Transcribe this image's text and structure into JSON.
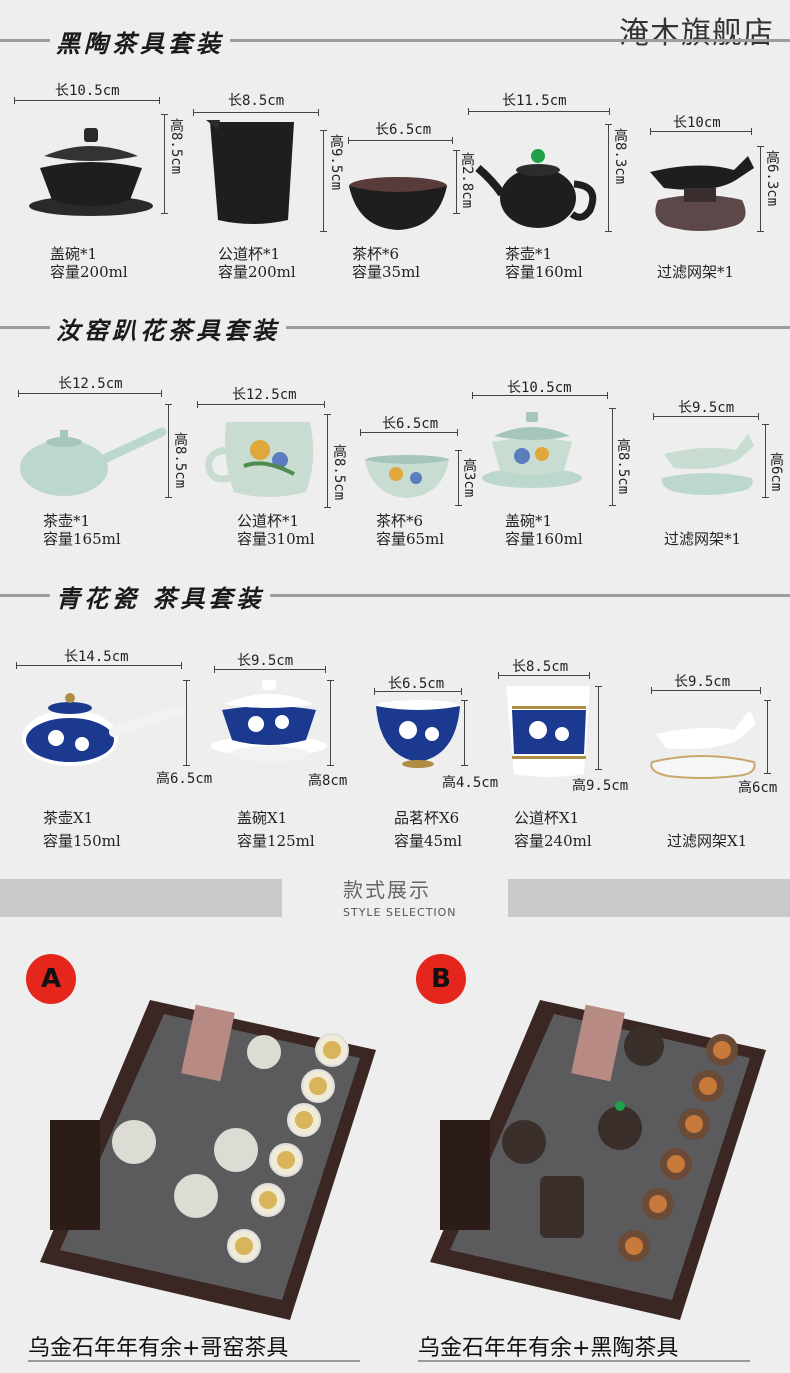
{
  "brand": "淹木旗舰店",
  "sections": [
    {
      "title": "黑陶茶具套装",
      "items": [
        {
          "length": "长10.5cm",
          "height": "高8.5cm",
          "name": "盖碗*1",
          "capacity": "容量200ml",
          "icon": "gaiwan-icon"
        },
        {
          "length": "长8.5cm",
          "height": "高9.5cm",
          "name": "公道杯*1",
          "capacity": "容量200ml",
          "icon": "pitcher-icon"
        },
        {
          "length": "长6.5cm",
          "height": "高2.8cm",
          "name": "茶杯*6",
          "capacity": "容量35ml",
          "icon": "cup-icon"
        },
        {
          "length": "长11.5cm",
          "height": "高8.3cm",
          "name": "茶壶*1",
          "capacity": "容量160ml",
          "icon": "teapot-icon"
        },
        {
          "length": "长10cm",
          "height": "高6.3cm",
          "name": "过滤网架*1",
          "capacity": "",
          "icon": "strainer-icon"
        }
      ]
    },
    {
      "title": "汝窑趴花茶具套装",
      "items": [
        {
          "length": "长12.5cm",
          "height": "高8.5cm",
          "name": "茶壶*1",
          "capacity": "容量165ml",
          "icon": "side-handle-teapot-icon"
        },
        {
          "length": "长12.5cm",
          "height": "高8.5cm",
          "name": "公道杯*1",
          "capacity": "容量310ml",
          "icon": "pitcher-icon"
        },
        {
          "length": "长6.5cm",
          "height": "高3cm",
          "name": "茶杯*6",
          "capacity": "容量65ml",
          "icon": "cup-icon"
        },
        {
          "length": "长10.5cm",
          "height": "高8.5cm",
          "name": "盖碗*1",
          "capacity": "容量160ml",
          "icon": "gaiwan-icon"
        },
        {
          "length": "长9.5cm",
          "height": "高6cm",
          "name": "过滤网架*1",
          "capacity": "",
          "icon": "strainer-icon"
        }
      ]
    },
    {
      "title": "青花瓷 茶具套装",
      "items": [
        {
          "length": "长14.5cm",
          "height": "高6.5cm",
          "name": "茶壶X1",
          "capacity": "容量150ml",
          "icon": "side-handle-teapot-icon"
        },
        {
          "length": "长9.5cm",
          "height": "高8cm",
          "name": "盖碗X1",
          "capacity": "容量125ml",
          "icon": "gaiwan-icon"
        },
        {
          "length": "长6.5cm",
          "height": "高4.5cm",
          "name": "品茗杯X6",
          "capacity": "容量45ml",
          "icon": "cup-icon"
        },
        {
          "length": "长8.5cm",
          "height": "高9.5cm",
          "name": "公道杯X1",
          "capacity": "容量240ml",
          "icon": "pitcher-icon"
        },
        {
          "length": "长9.5cm",
          "height": "高6cm",
          "name": "过滤网架X1",
          "capacity": "",
          "icon": "strainer-icon"
        }
      ]
    }
  ],
  "style_selection": {
    "title_cn": "款式展示",
    "title_en": "STYLE SELECTION"
  },
  "options": [
    {
      "badge": "A",
      "caption": "乌金石年年有余+哥窑茶具",
      "ware_color": "#dcdcd4",
      "icon": "tea-tray-set-icon"
    },
    {
      "badge": "B",
      "caption": "乌金石年年有余+黑陶茶具",
      "ware_color": "#3a2f2a",
      "icon": "tea-tray-set-icon"
    }
  ],
  "colors": {
    "black_ware": "#1e1e1e",
    "celadon": "#bcd8cc",
    "blue_white": "#1b3a8f",
    "badge_red": "#e4261c",
    "tray_stone": "#5b5b5e",
    "tray_wood": "#3a2622"
  }
}
